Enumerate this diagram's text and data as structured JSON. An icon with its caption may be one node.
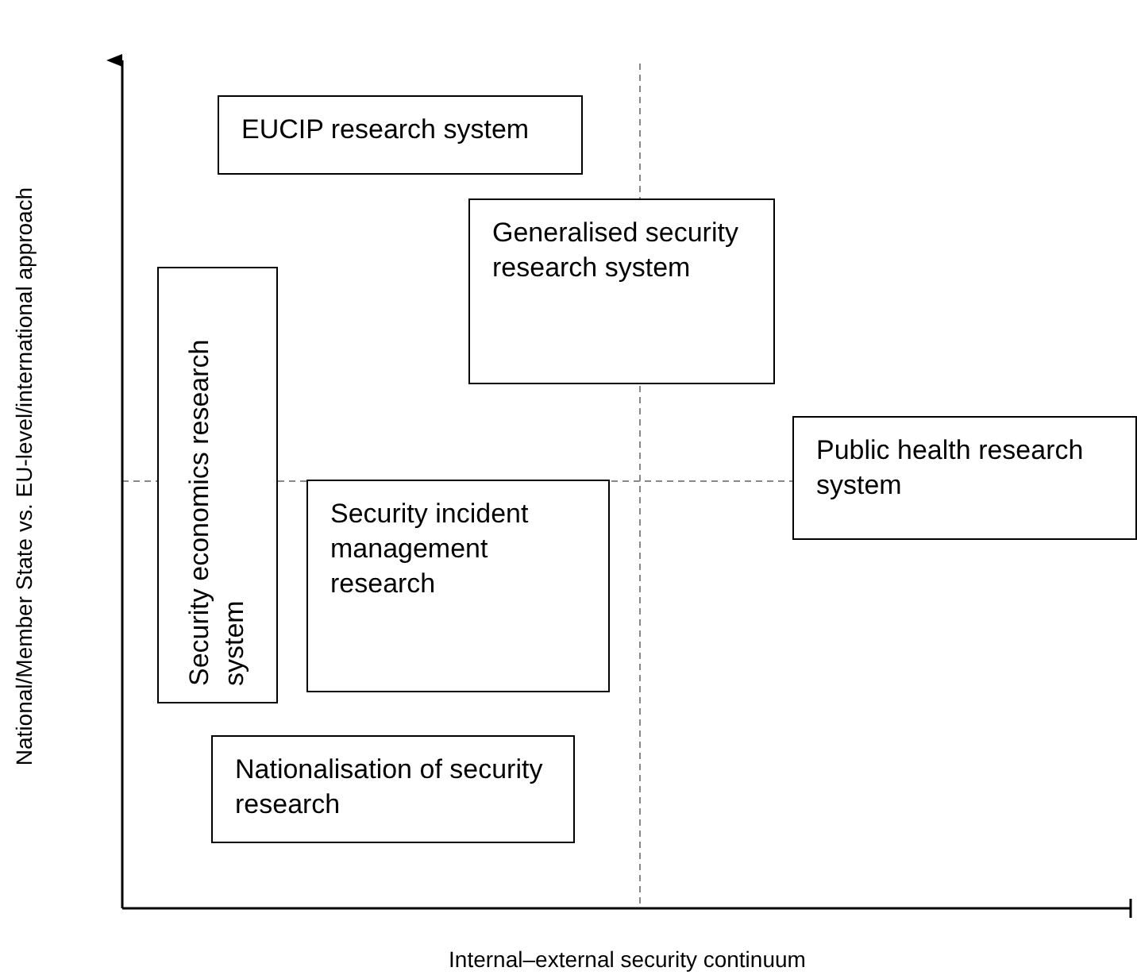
{
  "diagram": {
    "nodes": [
      {
        "text": [
          "EUCIP research system"
        ]
      },
      {
        "text": [
          "Generalised security research system"
        ]
      },
      {
        "text": [
          "Security economics research system"
        ]
      },
      {
        "text": [
          "Security incident management research"
        ]
      },
      {
        "text": [
          "Public health research system"
        ]
      },
      {
        "text": [
          "Nationalisation of security research"
        ]
      }
    ],
    "labels": [
      "National/Member State vs. EU-level/international approach",
      "Internal–external security continuum"
    ]
  }
}
